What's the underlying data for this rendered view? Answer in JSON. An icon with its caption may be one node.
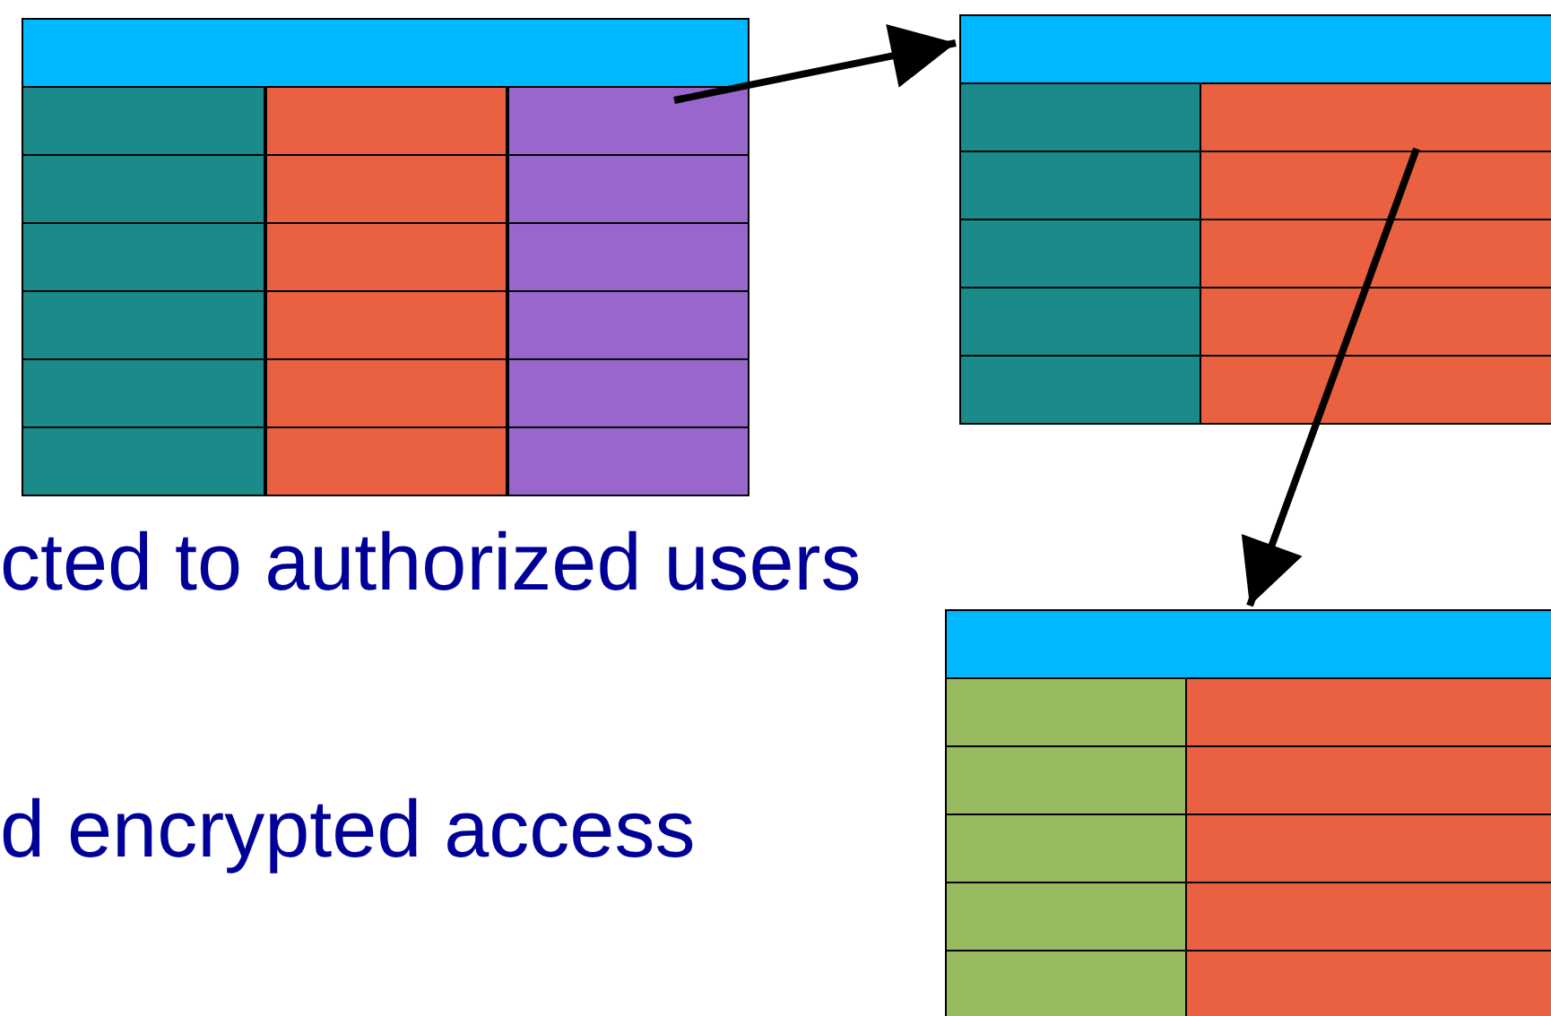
{
  "diagram": {
    "nodes": [
      {
        "text": [],
        "shape": "table"
      },
      {
        "text": [],
        "shape": "table"
      },
      {
        "text": [],
        "shape": "table"
      }
    ],
    "edges": [
      {
        "from": 0,
        "to": 1,
        "arrow": "to"
      },
      {
        "from": 1,
        "to": 2,
        "arrow": "to"
      }
    ],
    "labels": [
      "cted to authorized users",
      "d encrypted access"
    ]
  }
}
